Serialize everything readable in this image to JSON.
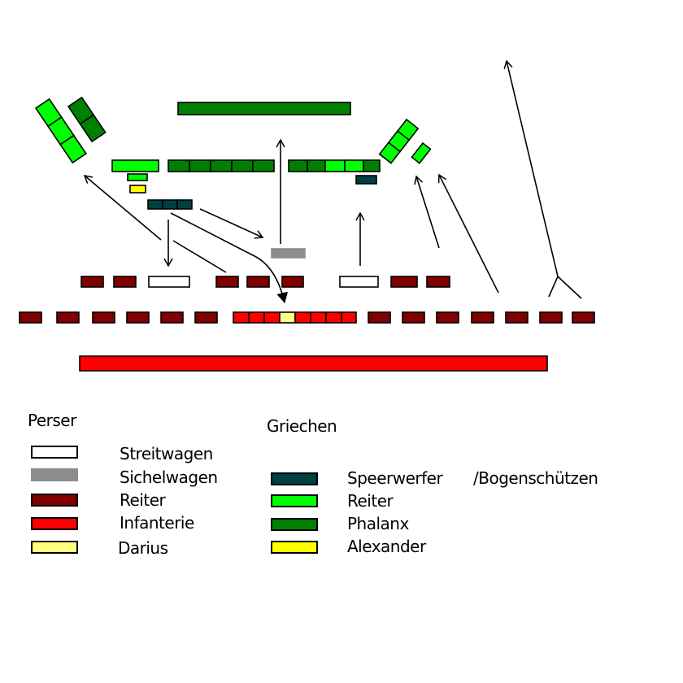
{
  "colors": {
    "streitwagen": "#ffffff",
    "sichelwagen": "#8c8c8c",
    "persian_cavalry": "#800000",
    "infanterie": "#ff0000",
    "darius": "#ffff80",
    "speerwerfer": "#004040",
    "greek_cavalry": "#00ff00",
    "phalanx": "#008000",
    "alexander": "#ffff00"
  },
  "legend": {
    "persians": {
      "title": "Perser",
      "items": [
        {
          "label": "Streitwagen",
          "color_key": "streitwagen"
        },
        {
          "label": "Sichelwagen",
          "color_key": "sichelwagen"
        },
        {
          "label": "Reiter",
          "color_key": "persian_cavalry"
        },
        {
          "label": "Infanterie",
          "color_key": "infanterie"
        },
        {
          "label": "Darius",
          "color_key": "darius"
        }
      ]
    },
    "greeks": {
      "title": "Griechen",
      "items": [
        {
          "label": "Speerwerfer",
          "label_suffix": "/Bogenschützen",
          "color_key": "speerwerfer"
        },
        {
          "label": "Reiter",
          "color_key": "greek_cavalry"
        },
        {
          "label": "Phalanx",
          "color_key": "phalanx"
        },
        {
          "label": "Alexander",
          "color_key": "alexander"
        }
      ]
    }
  }
}
